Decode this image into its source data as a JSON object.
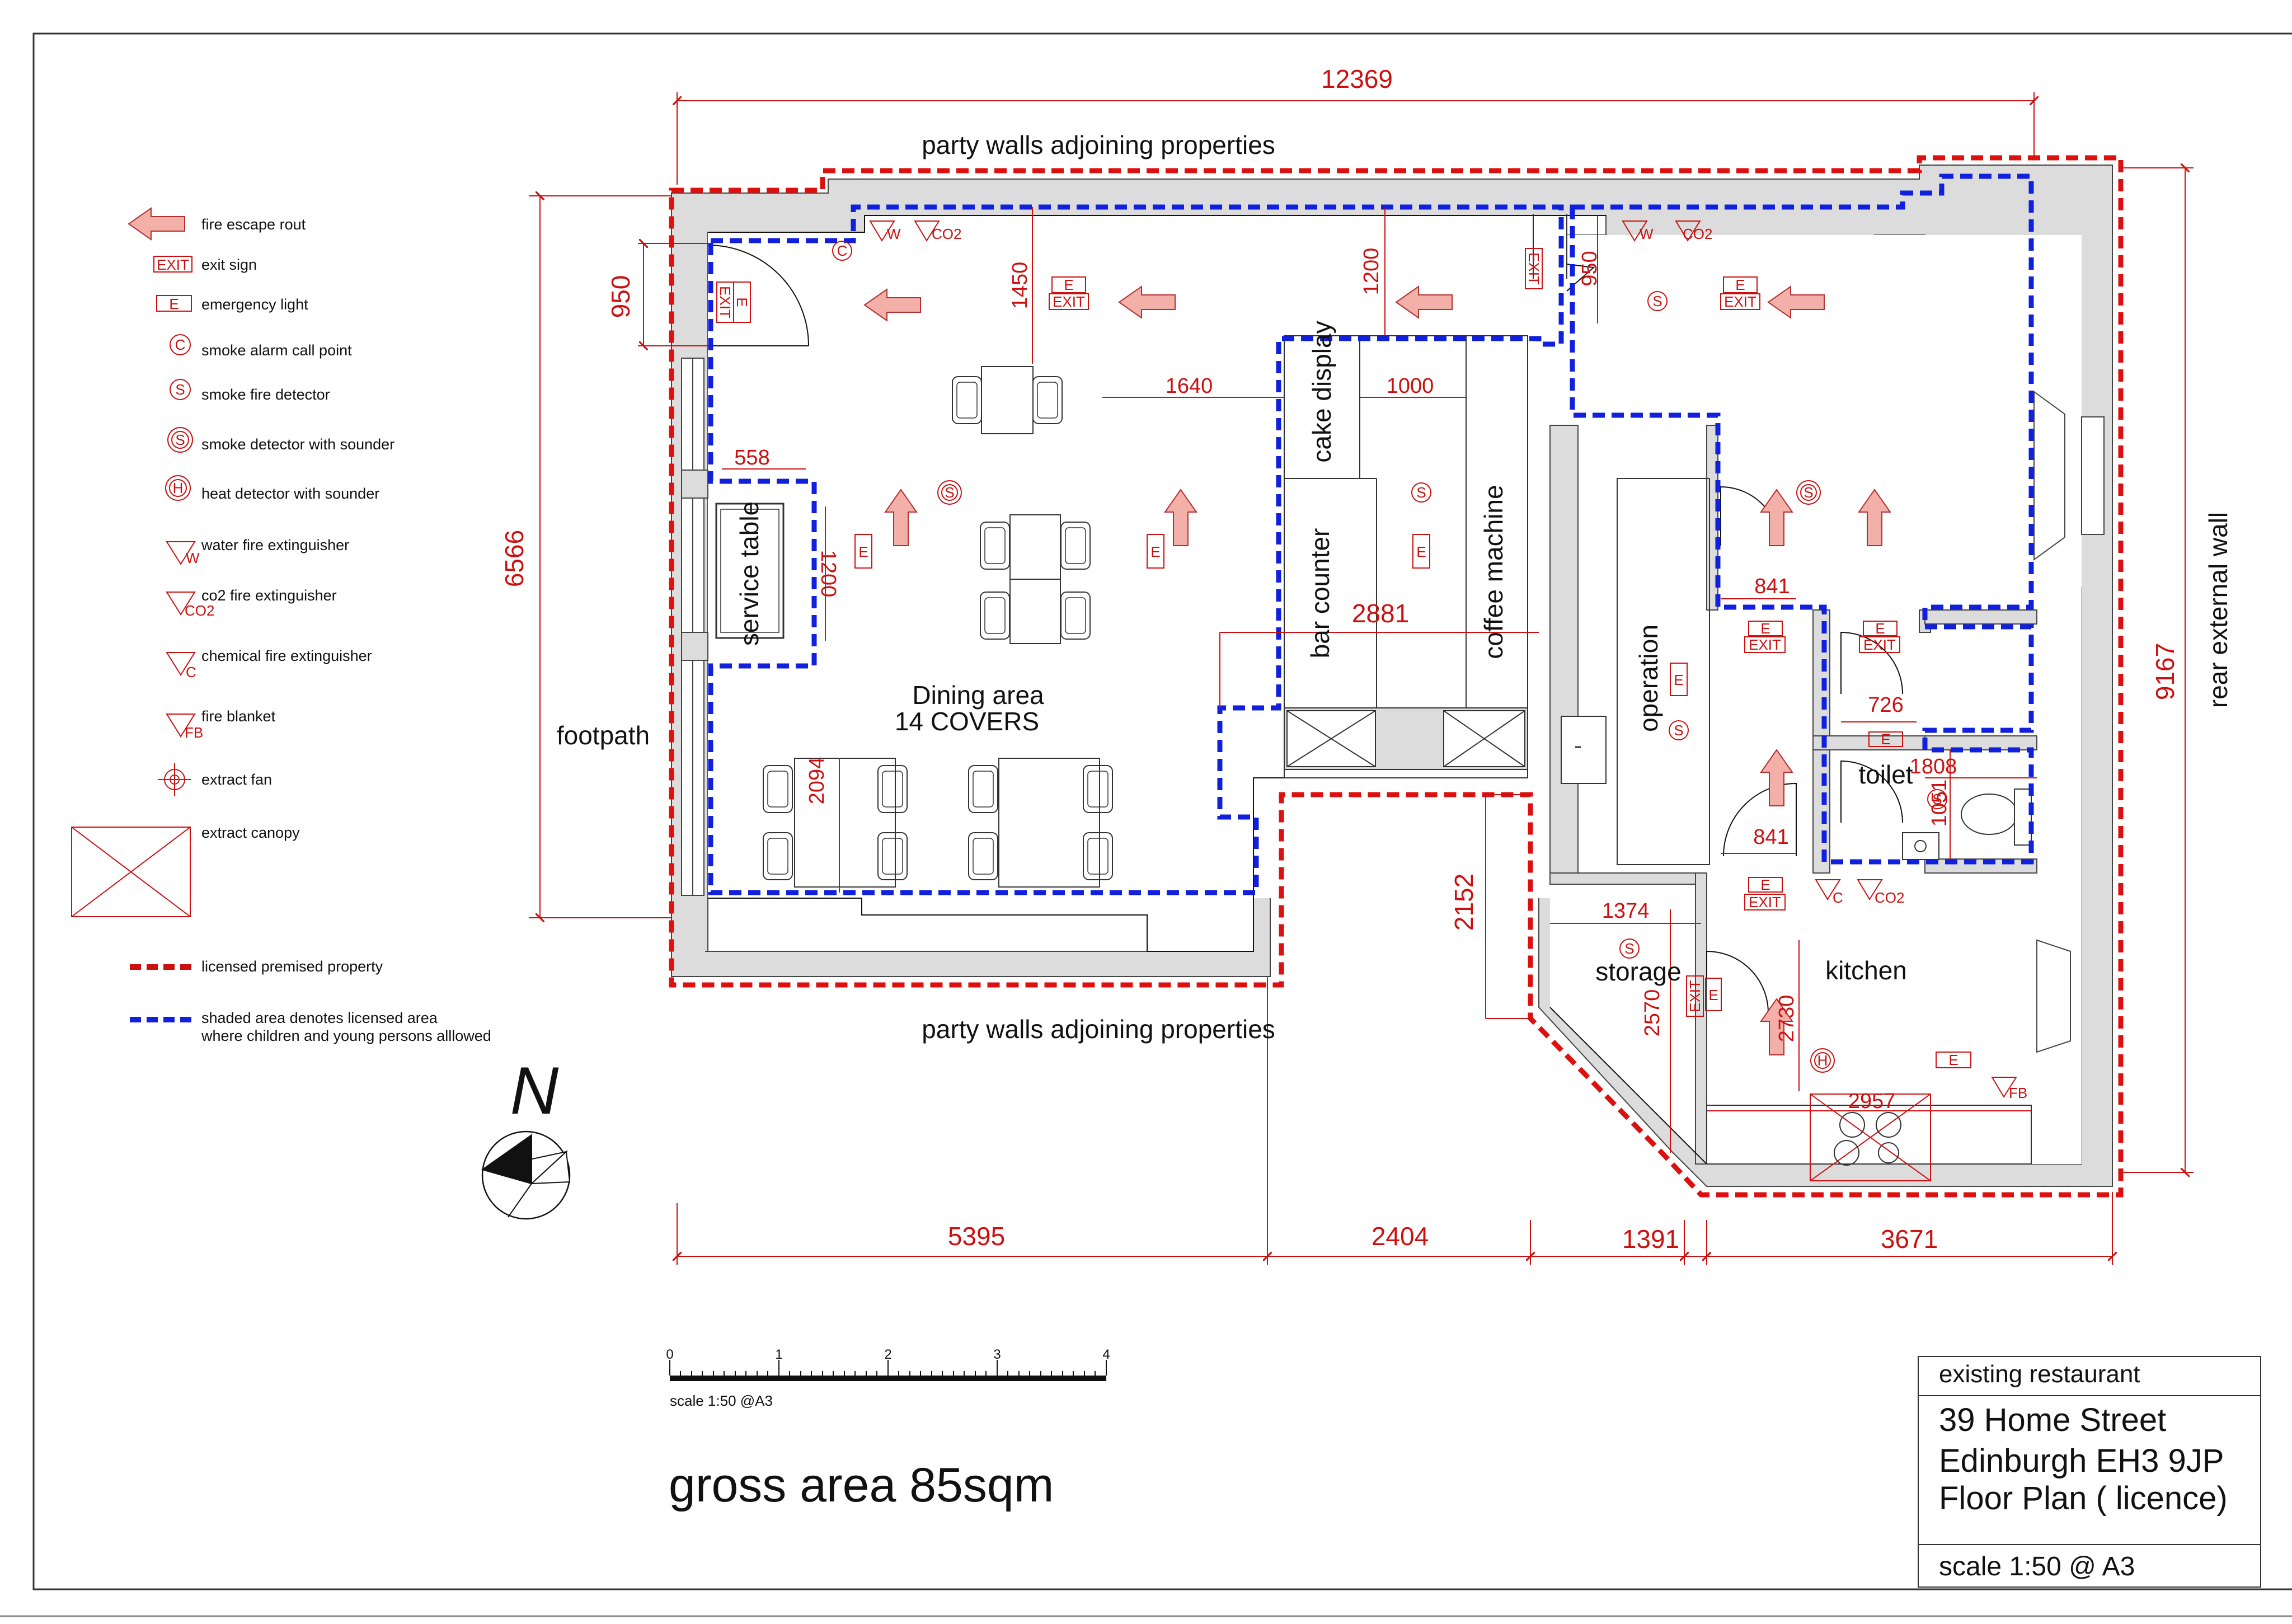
{
  "legend": [
    {
      "icon": "fire-escape-arrow-icon",
      "label": "fire escape rout"
    },
    {
      "icon": "exit-sign-icon",
      "label": "exit sign",
      "symbol": "EXIT"
    },
    {
      "icon": "emergency-light-icon",
      "label": "emergency light",
      "symbol": "E"
    },
    {
      "icon": "smoke-alarm-call-point-icon",
      "label": "smoke alarm call point",
      "symbol": "C"
    },
    {
      "icon": "smoke-fire-detector-icon",
      "label": "smoke fire detector",
      "symbol": "S"
    },
    {
      "icon": "smoke-detector-sounder-icon",
      "label": "smoke detector with sounder",
      "symbol": "S"
    },
    {
      "icon": "heat-detector-sounder-icon",
      "label": "heat detector with sounder",
      "symbol": "H"
    },
    {
      "icon": "water-extinguisher-icon",
      "label": "water fire extinguisher",
      "symbol": "W"
    },
    {
      "icon": "co2-extinguisher-icon",
      "label": "co2 fire extinguisher",
      "symbol": "CO2"
    },
    {
      "icon": "chemical-extinguisher-icon",
      "label": "chemical fire extinguisher",
      "symbol": "C"
    },
    {
      "icon": "fire-blanket-icon",
      "label": "fire blanket",
      "symbol": "FB"
    },
    {
      "icon": "extract-fan-icon",
      "label": "extract fan"
    },
    {
      "icon": "extract-canopy-icon",
      "label": "extract canopy"
    },
    {
      "icon": "red-dash-line-icon",
      "label": "licensed premised property"
    },
    {
      "icon": "blue-dash-line-icon",
      "label_line1": "shaded area denotes licensed area",
      "label_line2": "where children and young persons alllowed"
    }
  ],
  "plan": {
    "party_walls_top": "party walls adjoining properties",
    "party_walls_bottom": "party walls adjoining properties",
    "footpath": "footpath",
    "rear_wall": "rear external wall",
    "dining_area": "Dining area",
    "covers": "14 COVERS",
    "service_table": "service table",
    "cake_display": "cake display",
    "bar_counter": "bar counter",
    "coffee_machine": "coffee machine",
    "operation": "operation",
    "toilet": "toilet",
    "storage": "storage",
    "kitchen": "kitchen"
  },
  "dimensions": {
    "overall_width": "12369",
    "overall_depth_left": "6566",
    "overall_depth_right": "9167",
    "entrance": "950",
    "seg_1": "5395",
    "seg_2": "2404",
    "seg_3": "1391",
    "seg_4": "3671",
    "d_1450": "1450",
    "d_1200a": "1200",
    "d_950": "950",
    "d_1640": "1640",
    "d_1000": "1000",
    "d_558": "558",
    "d_1200b": "1200",
    "d_2881": "2881",
    "d_2094": "2094",
    "d_841a": "841",
    "d_726": "726",
    "d_1808": "1808",
    "d_1051": "1051",
    "d_841b": "841",
    "d_2152": "2152",
    "d_1374": "1374",
    "d_2570": "2570",
    "d_2730": "2730",
    "d_2957": "2957"
  },
  "symbols": {
    "exit": "EXIT",
    "emergency": "E",
    "smoke": "S",
    "call": "C",
    "heat": "H",
    "water": "W",
    "co2": "CO2",
    "chem": "C",
    "blanket": "FB"
  },
  "compass_label": "N",
  "scale_bar": {
    "ticks": [
      "0",
      "1",
      "2",
      "3",
      "4"
    ],
    "caption": "scale 1:50 @A3"
  },
  "gross_area": "gross area 85sqm",
  "title_block": {
    "status": "existing restaurant",
    "line1": "39 Home Street",
    "line2": "Edinburgh EH3 9JP",
    "line3": "Floor Plan  ( licence)",
    "scale": "scale 1:50 @ A3"
  }
}
